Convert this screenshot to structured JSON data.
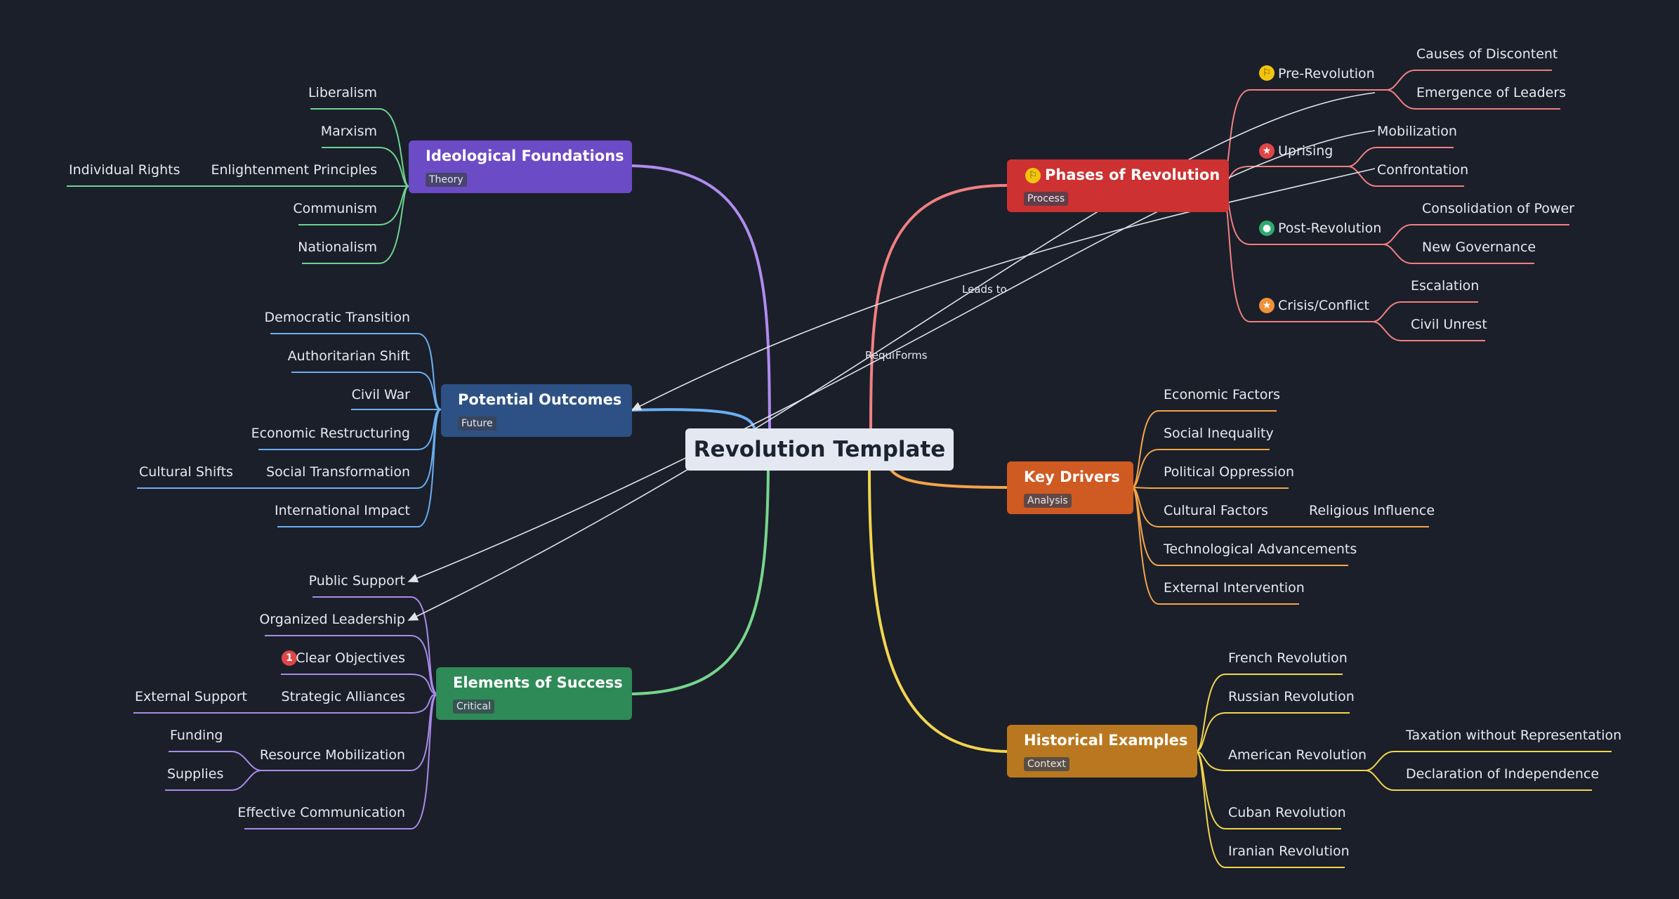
{
  "root": {
    "title": "Revolution Template"
  },
  "topics": {
    "ideological": {
      "title": "Ideological Foundations",
      "tag": "Theory",
      "color": "#6c4bc6"
    },
    "outcomes": {
      "title": "Potential Outcomes",
      "tag": "Future",
      "color": "#2d5185"
    },
    "success": {
      "title": "Elements of Success",
      "tag": "Critical",
      "color": "#2e8a57"
    },
    "phases": {
      "title": "Phases of Revolution",
      "tag": "Process",
      "color": "#cd3131"
    },
    "drivers": {
      "title": "Key Drivers",
      "tag": "Analysis",
      "color": "#cf5a22"
    },
    "examples": {
      "title": "Historical Examples",
      "tag": "Context",
      "color": "#b9781f"
    }
  },
  "ideological_items": [
    "Liberalism",
    "Marxism",
    "Enlightenment Principles",
    "Communism",
    "Nationalism"
  ],
  "ideological_sub": [
    "Individual Rights"
  ],
  "outcomes_items": [
    "Democratic Transition",
    "Authoritarian Shift",
    "Civil War",
    "Economic Restructuring",
    "Social Transformation",
    "International Impact"
  ],
  "outcomes_sub": [
    "Cultural Shifts"
  ],
  "success_items": [
    "Public Support",
    "Organized Leadership",
    "Clear Objectives",
    "Strategic Alliances",
    "Resource Mobilization",
    "Effective Communication"
  ],
  "success_sub": [
    "External Support",
    "Funding",
    "Supplies"
  ],
  "success_badge": "1",
  "phases_items": [
    "Pre-Revolution",
    "Uprising",
    "Post-Revolution",
    "Crisis/Conflict"
  ],
  "phases_sub": [
    "Causes of Discontent",
    "Emergence of Leaders",
    "Mobilization",
    "Confrontation",
    "Consolidation of Power",
    "New Governance",
    "Escalation",
    "Civil Unrest"
  ],
  "drivers_items": [
    "Economic Factors",
    "Social Inequality",
    "Political Oppression",
    "Cultural Factors",
    "Technological Advancements",
    "External Intervention"
  ],
  "drivers_sub": [
    "Religious Influence"
  ],
  "examples_items": [
    "French Revolution",
    "Russian Revolution",
    "American Revolution",
    "Cuban Revolution",
    "Iranian Revolution"
  ],
  "examples_sub": [
    "Taxation without Representation",
    "Declaration of Independence"
  ],
  "relations": {
    "leads_to": "Leads to",
    "requires": "Requi",
    "forms": "Forms"
  },
  "colors": {
    "background": "#1b1f2a",
    "ideological_branch": "#b08cf0",
    "ideological_leaf": "#6fd38f",
    "outcomes_branch": "#6aaef0",
    "success_branch": "#76d68c",
    "success_leaf": "#a98be8",
    "phases_branch": "#f08080",
    "drivers_branch": "#f3a54a",
    "examples_branch": "#f2d54e"
  }
}
